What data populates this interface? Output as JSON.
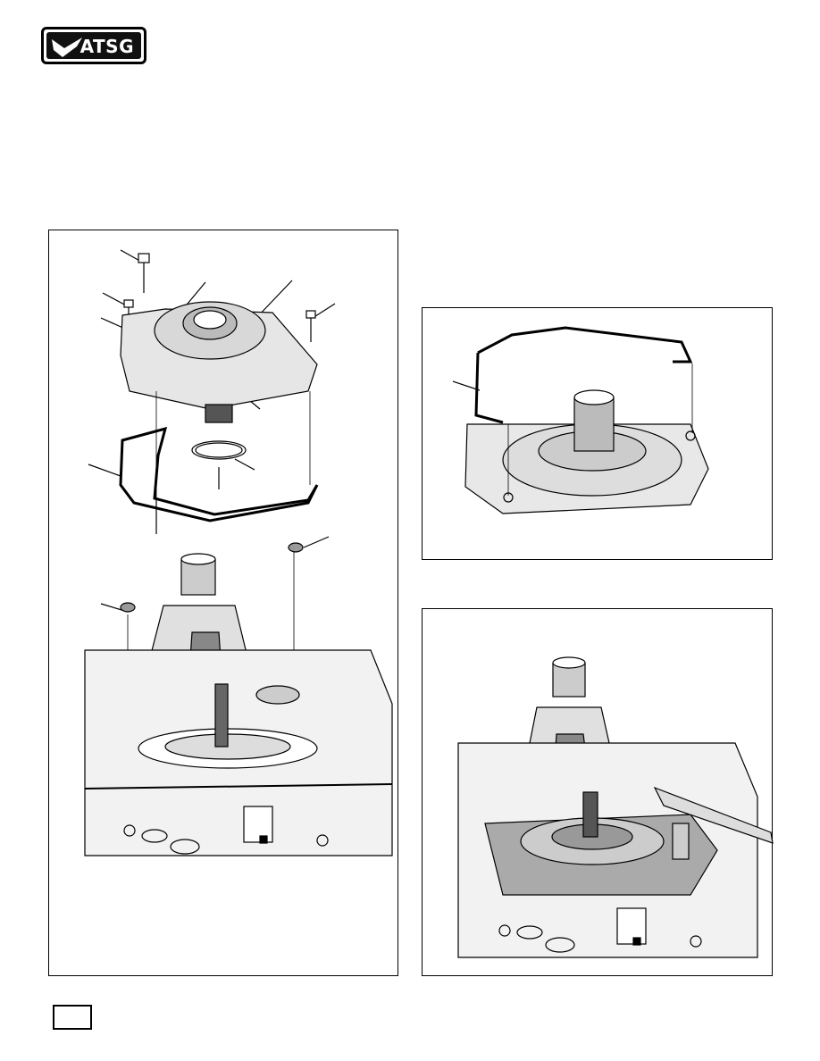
{
  "logo": {
    "text": "ATSG"
  },
  "page": {
    "number": ""
  },
  "figures": [
    {
      "id": "fig-a",
      "label": ""
    },
    {
      "id": "fig-b",
      "label": ""
    },
    {
      "id": "fig-c",
      "label": ""
    }
  ]
}
